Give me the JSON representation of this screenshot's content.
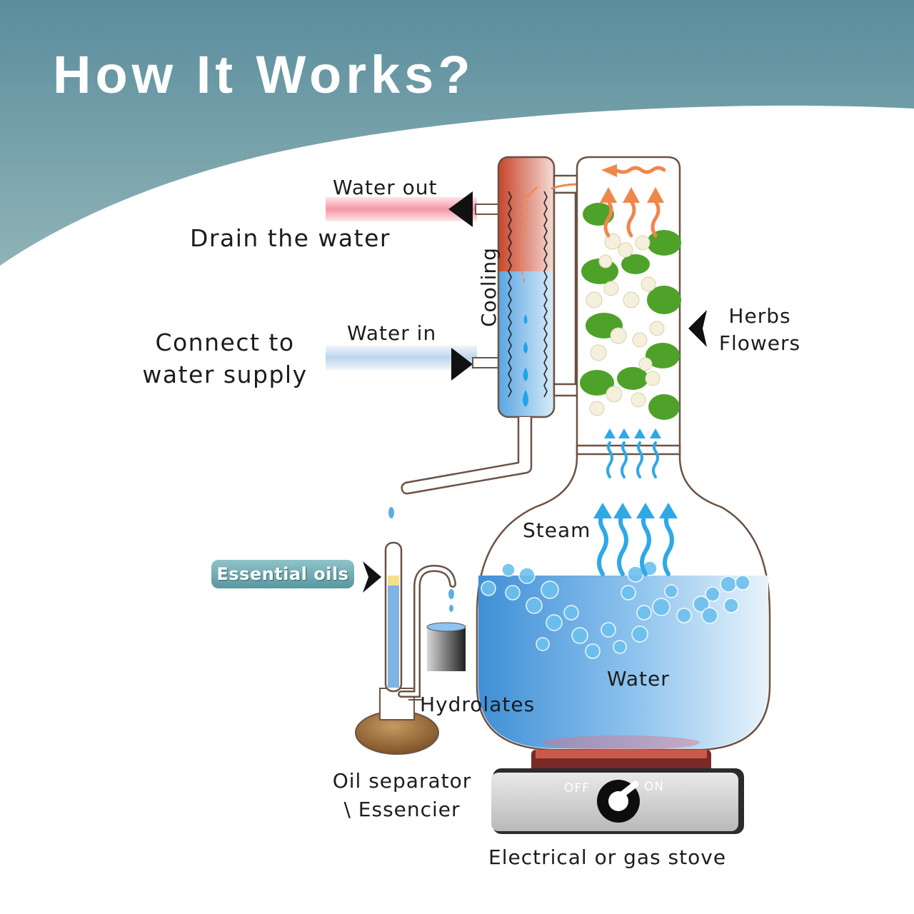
{
  "title": "How It Works?",
  "labels": {
    "water_out": "Water out",
    "drain": "Drain the water",
    "cooling": "Cooling",
    "water_in": "Water in",
    "connect_line1": "Connect to",
    "connect_line2": "water supply",
    "herbs_line1": "Herbs",
    "herbs_line2": "Flowers",
    "steam": "Steam",
    "essential_oils": "Essential oils",
    "water": "Water",
    "hydrolates": "Hydrolates",
    "separator_line1": "Oil separator",
    "separator_line2": "\\ Essencier",
    "stove_off": "OFF",
    "stove_on": "ON",
    "stove": "Electrical or gas stove"
  },
  "colors": {
    "header_teal": "#5c8f9e",
    "water_blue": "#5aaee6",
    "steam_blue": "#2fa8e6",
    "hot_red": "#c8452b",
    "vapor_orange": "#f0874a",
    "herb_green": "#4ea22a",
    "outline_brown": "#6b5344",
    "separator_brown": "#9a6b3d"
  }
}
